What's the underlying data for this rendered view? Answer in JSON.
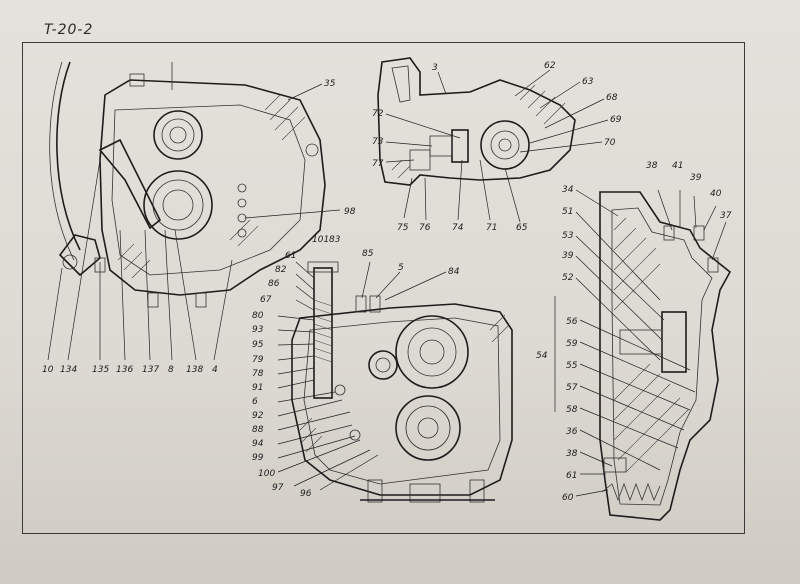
{
  "page_code": "T-20-2",
  "callouts": {
    "left": [
      "35",
      "98",
      "10",
      "134",
      "135",
      "136",
      "137",
      "8",
      "138",
      "4"
    ],
    "top_right": [
      "3",
      "62",
      "63",
      "68",
      "69",
      "70",
      "72",
      "73",
      "77",
      "75",
      "76",
      "74",
      "71",
      "65"
    ],
    "center": [
      "101",
      "83",
      "61",
      "82",
      "86",
      "67",
      "80",
      "93",
      "95",
      "79",
      "78",
      "91",
      "6",
      "92",
      "88",
      "94",
      "99",
      "100",
      "97",
      "96",
      "85",
      "5",
      "84"
    ],
    "right": [
      "38",
      "41",
      "39",
      "40",
      "37",
      "34",
      "51",
      "53",
      "39",
      "52",
      "56",
      "59",
      "55",
      "57",
      "58",
      "36",
      "38",
      "61",
      "60",
      "54"
    ]
  }
}
